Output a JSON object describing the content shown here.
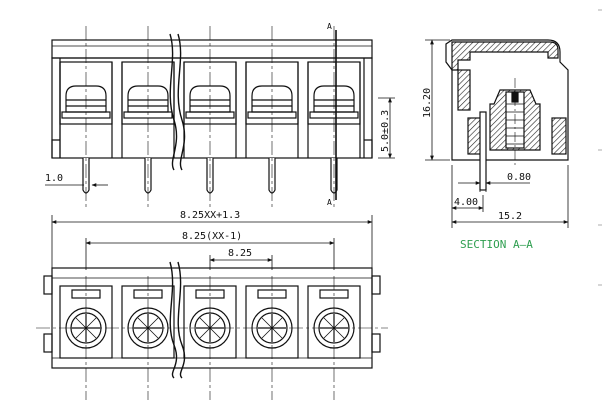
{
  "colors": {
    "line": "#111111",
    "section_label": "#2e9e4f",
    "hatch": "#222222",
    "background": "#ffffff"
  },
  "front_view": {
    "dim_pin_width": "1.0",
    "dim_height": "5.0±0.3",
    "section_marker_top": "A",
    "section_marker_bottom": "A"
  },
  "top_view": {
    "dim_overall": "8.25XX+1.3",
    "dim_pitch_span": "8.25(XX-1)",
    "dim_pitch": "8.25"
  },
  "side_view": {
    "dim_height": "16.20",
    "dim_pin": "0.80",
    "dim_offset": "4.00",
    "dim_depth": "15.2",
    "label": "SECTION A—A"
  }
}
